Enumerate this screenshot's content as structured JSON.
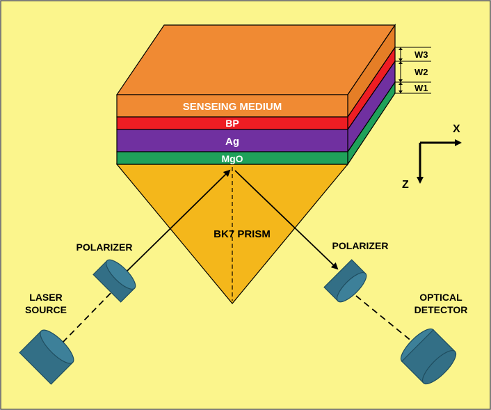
{
  "diagram": {
    "layers": {
      "sensing_medium": "SENSEING MEDIUM",
      "bp": "BP",
      "ag": "Ag",
      "mgo": "MgO"
    },
    "prism_label": "BK7 PRISM",
    "thickness_labels": {
      "w3": "W3",
      "w2": "W2",
      "w1": "W1"
    },
    "axes": {
      "x": "X",
      "z": "Z"
    },
    "components": {
      "polarizer_left": "POLARIZER",
      "polarizer_right": "POLARIZER",
      "laser_source_line1": "LASER",
      "laser_source_line2": "SOURCE",
      "detector_line1": "OPTICAL",
      "detector_line2": "DETECTOR"
    },
    "colors": {
      "background": "#fbf58c",
      "sensing_medium": "#f08a33",
      "bp": "#ee1d23",
      "ag": "#7030a0",
      "mgo": "#1fa15a",
      "prism": "#f4b71b",
      "components": "#336f86"
    }
  }
}
